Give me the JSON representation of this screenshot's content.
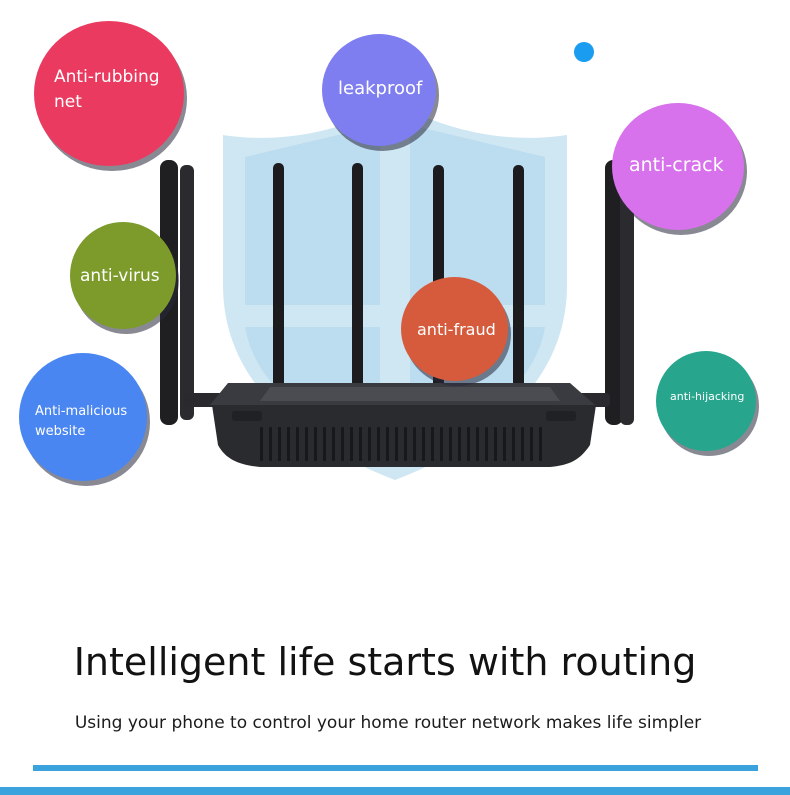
{
  "features": {
    "anti_rubbing_net": "Anti-rubbing net",
    "leakproof": "leakproof",
    "anti_crack": "anti-crack",
    "anti_virus": "anti-virus",
    "anti_fraud": "anti-fraud",
    "anti_malicious_website": "Anti-malicious website",
    "anti_hijacking": "anti-hijacking"
  },
  "colors": {
    "pink": "#ea3a5f",
    "violet": "#7f7ef0",
    "magenta": "#d871ec",
    "olive": "#7c9b2b",
    "orange": "#d55b3c",
    "blue": "#4a86f1",
    "teal": "#27a58d",
    "accent_line": "#3aa3de"
  },
  "headline": "Intelligent life starts with routing",
  "subline": "Using your phone to control your home router network makes life simpler"
}
